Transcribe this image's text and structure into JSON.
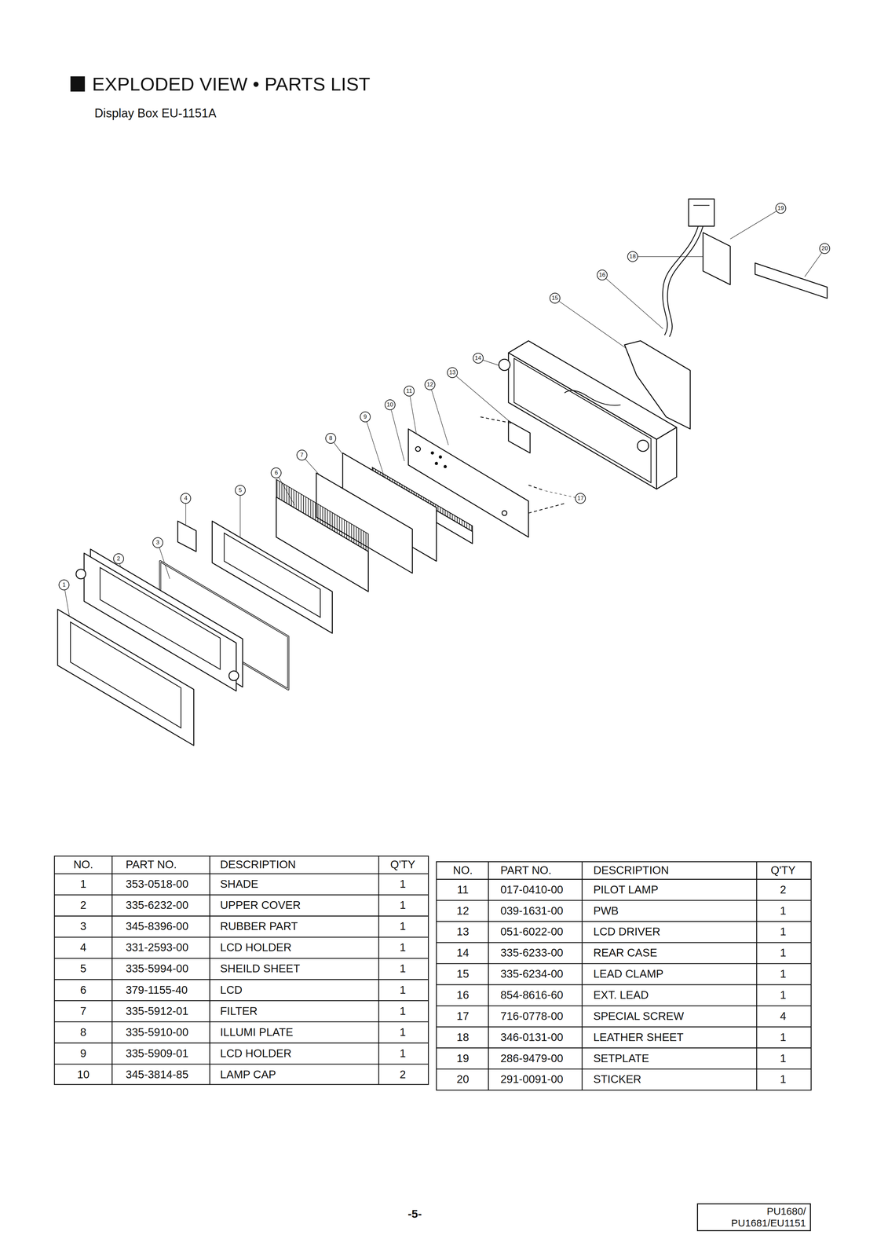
{
  "diagram": {
    "title": "EXPLODED VIEW • PARTS LIST",
    "nodes": [
      {
        "text": [
          "1"
        ]
      },
      {
        "text": [
          "2"
        ]
      },
      {
        "text": [
          "3"
        ]
      },
      {
        "text": [
          "4"
        ]
      },
      {
        "text": [
          "5"
        ]
      },
      {
        "text": [
          "6"
        ]
      },
      {
        "text": [
          "7"
        ]
      },
      {
        "text": [
          "8"
        ]
      },
      {
        "text": [
          "9"
        ]
      },
      {
        "text": [
          "10"
        ]
      },
      {
        "text": [
          "11"
        ]
      },
      {
        "text": [
          "12"
        ]
      },
      {
        "text": [
          "13"
        ]
      },
      {
        "text": [
          "14"
        ]
      },
      {
        "text": [
          "15"
        ]
      },
      {
        "text": [
          "16"
        ]
      },
      {
        "text": [
          "17"
        ]
      },
      {
        "text": [
          "18"
        ]
      },
      {
        "text": [
          "19"
        ]
      },
      {
        "text": [
          "20"
        ]
      },
      {
        "text": [
          "PU1680/ PU1681/EU1151"
        ]
      }
    ],
    "labels": [
      "Display Box EU-1151A",
      "NO.",
      "PART NO.",
      "DESCRIPTION",
      "Q'TY",
      "1",
      "353-0518-00",
      "SHADE",
      "1",
      "2",
      "335-6232-00",
      "UPPER COVER",
      "1",
      "3",
      "345-8396-00",
      "RUBBER PART",
      "1",
      "4",
      "331-2593-00",
      "LCD HOLDER",
      "1",
      "5",
      "335-5994-00",
      "SHEILD SHEET",
      "1",
      "6",
      "379-1155-40",
      "LCD",
      "1",
      "7",
      "335-5912-01",
      "FILTER",
      "1",
      "8",
      "335-5910-00",
      "ILLUMI PLATE",
      "1",
      "9",
      "335-5909-01",
      "LCD HOLDER",
      "1",
      "10",
      "345-3814-85",
      "LAMP CAP",
      "2",
      "NO.",
      "PART NO.",
      "DESCRIPTION",
      "Q'TY",
      "11",
      "017-0410-00",
      "PILOT LAMP",
      "2",
      "12",
      "039-1631-00",
      "PWB",
      "1",
      "13",
      "051-6022-00",
      "LCD DRIVER",
      "1",
      "14",
      "335-6233-00",
      "REAR CASE",
      "1",
      "15",
      "335-6234-00",
      "LEAD CLAMP",
      "1",
      "16",
      "854-8616-60",
      "EXT. LEAD",
      "1",
      "17",
      "716-0778-00",
      "SPECIAL SCREW",
      "4",
      "18",
      "346-0131-00",
      "LEATHER SHEET",
      "1",
      "19",
      "286-9479-00",
      "SETPLATE",
      "1",
      "20",
      "291-0091-00",
      "STICKER",
      "1",
      "-5-"
    ]
  }
}
